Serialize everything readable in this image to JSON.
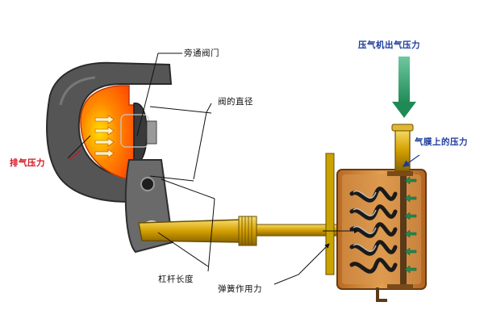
{
  "labels": {
    "wastegate_valve": "旁通阀门",
    "valve_diameter": "阀的直径",
    "exhaust_pressure": "排气压力",
    "compressor_outlet_pressure": "压气机出气压力",
    "diaphragm_pressure": "气膜上的压力",
    "lever_length": "杠杆长度",
    "spring_force": "弹簧作用力"
  },
  "colors": {
    "exhaust_hot": "#ff5a00",
    "exhaust_warm": "#ffb000",
    "housing": "#5a5a5a",
    "rod": "#d9a400",
    "actuator_body": "#c47a2a",
    "arrow_green": "#1f8a55",
    "label_red": "#d2141e",
    "label_blue": "#1c3a9c"
  },
  "icons": {
    "flow_arrow": "right-arrow",
    "pressure_arrow": "down-arrow"
  }
}
